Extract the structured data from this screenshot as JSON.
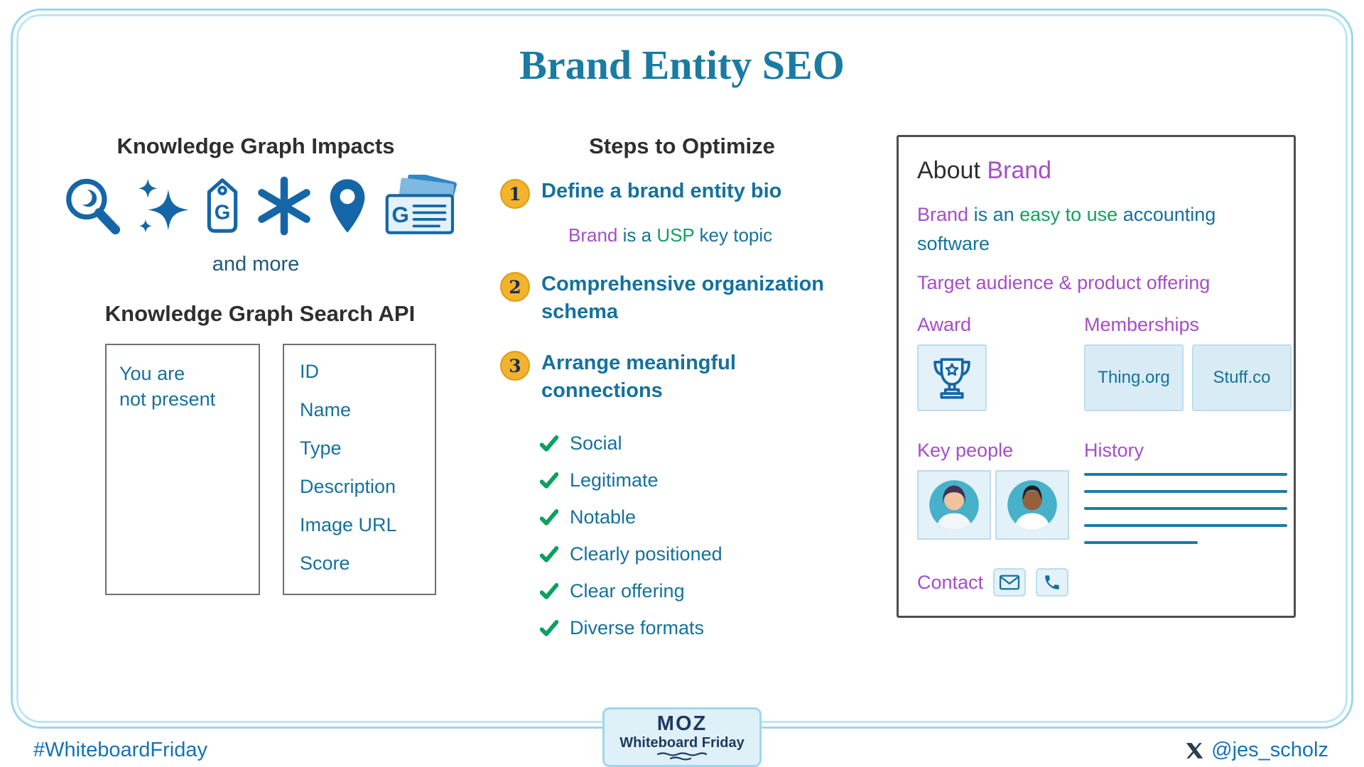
{
  "title": "Brand Entity SEO",
  "colors": {
    "teal": "#15719c",
    "purple": "#a64dc8",
    "green": "#13a05e",
    "gold": "#f3b32c",
    "icon_blue": "#1566a7",
    "navy": "#1d3a5f",
    "link_blue": "#1273b8",
    "frame_blue": "#9ed7ec",
    "check_green": "#0aa15f"
  },
  "left": {
    "impacts_title": "Knowledge Graph Impacts",
    "impacts_icons": [
      "search",
      "sparkle",
      "price-tag",
      "asterisk",
      "location-pin",
      "news-cards"
    ],
    "and_more": "and more",
    "api_title": "Knowledge Graph Search API",
    "absent_box_lines": [
      "You are",
      "not present"
    ],
    "fields_box_items": [
      "ID",
      "Name",
      "Type",
      "Description",
      "Image URL",
      "Score"
    ]
  },
  "middle": {
    "title": "Steps to Optimize",
    "steps": [
      {
        "number": "1",
        "label": "Define a brand entity bio"
      },
      {
        "number": "2",
        "label": "Comprehensive organization schema"
      },
      {
        "number": "3",
        "label": "Arrange meaningful connections"
      }
    ],
    "note_parts": {
      "brand": "Brand",
      "mid": " is a ",
      "usp": "USP",
      "end": " key topic"
    },
    "checklist": [
      "Social",
      "Legitimate",
      "Notable",
      "Clearly positioned",
      "Clear offering",
      "Diverse formats"
    ]
  },
  "card": {
    "about_prefix": "About ",
    "brand_name": "Brand",
    "bio_parts": {
      "brand": "Brand",
      "mid": " is an ",
      "highlight": "easy to use",
      "end": " accounting software"
    },
    "subtitle": "Target audience & product offering",
    "sections": {
      "award": "Award",
      "memberships": "Memberships",
      "membership_items": [
        "Thing.org",
        "Stuff.co"
      ],
      "key_people": "Key people",
      "history": "History",
      "contact": "Contact",
      "contact_icons": [
        "email",
        "phone"
      ]
    }
  },
  "footer": {
    "hashtag": "#WhiteboardFriday",
    "handle": "@jes_scholz",
    "badge": {
      "brand": "MOZ",
      "series": "Whiteboard Friday"
    }
  }
}
